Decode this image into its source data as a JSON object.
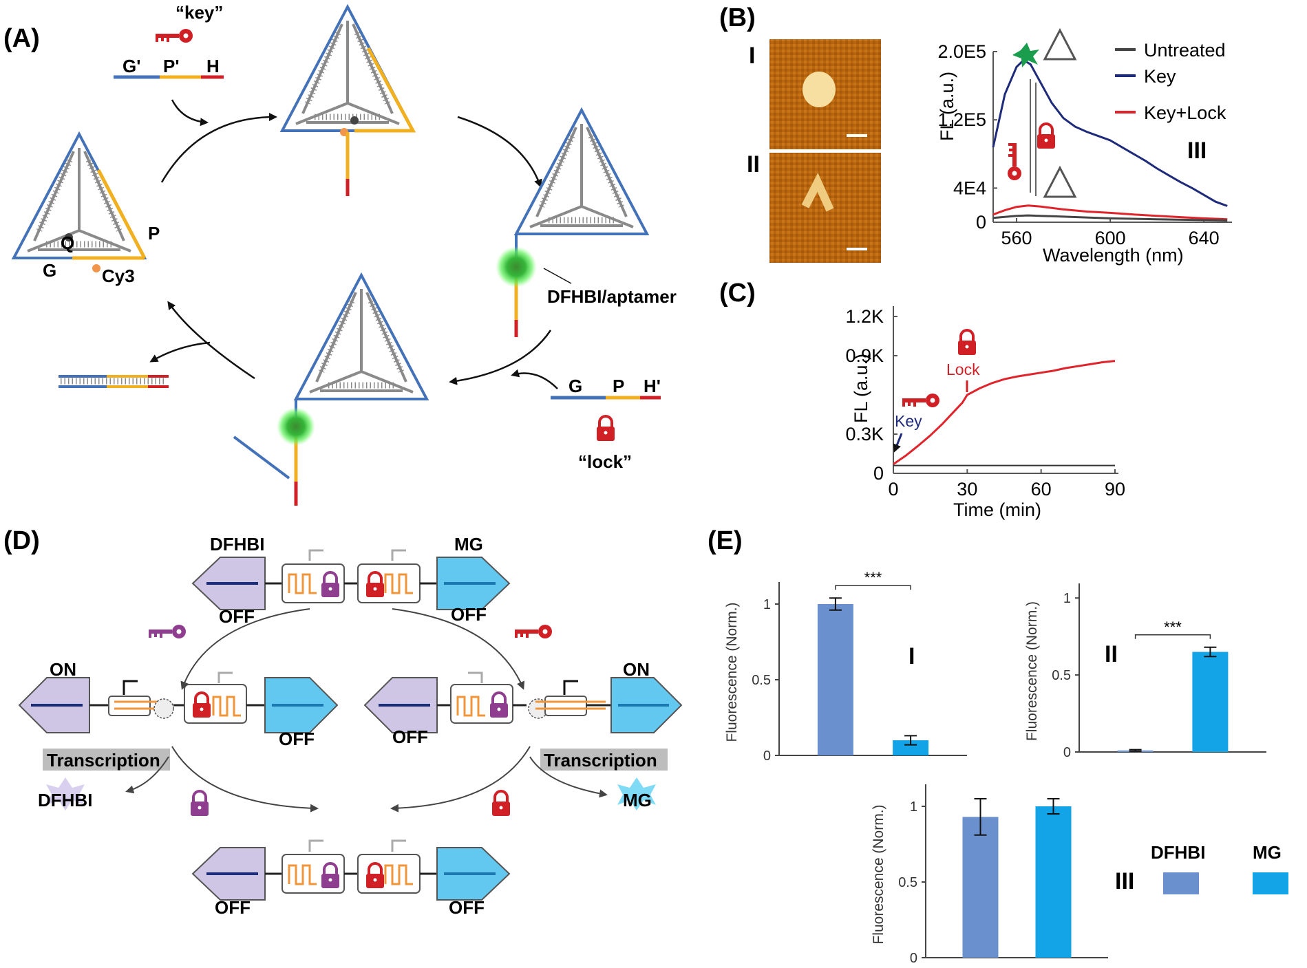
{
  "panels": {
    "A": "(A)",
    "B": "(B)",
    "C": "(C)",
    "D": "(D)",
    "E": "(E)"
  },
  "panelA": {
    "key_label": "“key”",
    "lock_label": "“lock”",
    "key_strand": {
      "g": "G'",
      "p": "P'",
      "h": "H"
    },
    "lock_strand": {
      "g": "G",
      "p": "P",
      "h": "H'"
    },
    "tri_labels": {
      "g": "G",
      "p": "P",
      "q": "Q",
      "cy3": "Cy3"
    },
    "aptamer_label": "DFHBI/aptamer",
    "colors": {
      "blue": "#4472b8",
      "yellow": "#f0b020",
      "red": "#d11f26",
      "gray": "#8a8a8a",
      "green": "#22c03a"
    }
  },
  "panelB": {
    "afm_labels": [
      "I",
      "II"
    ],
    "spectrum_label": "III",
    "ylabel": "FL (a.u.)",
    "xlabel": "Wavelength (nm)",
    "yticks": [
      "2.0E5",
      "1.2E5",
      "4E4",
      "0"
    ],
    "xticks": [
      "560",
      "600",
      "640"
    ],
    "legend": [
      "Untreated",
      "Key",
      "Key+Lock"
    ],
    "colors": {
      "untreated": "#444444",
      "key": "#1e2a7a",
      "keylock": "#e0242b"
    }
  },
  "panelC": {
    "ylabel": "FL (a.u.)",
    "xlabel": "Time (min)",
    "yticks": [
      "1.2K",
      "0.9K",
      "0.3K",
      "0"
    ],
    "xticks": [
      "0",
      "30",
      "60",
      "90"
    ],
    "key_annotation": "Key",
    "lock_annotation": "Lock"
  },
  "panelD": {
    "dfhbi": "DFHBI",
    "mg": "MG",
    "on": "ON",
    "off": "OFF",
    "transcription": "Transcription",
    "colors": {
      "lavender": "#cfc6e6",
      "cyan": "#62c8f0",
      "orange": "#f0953a",
      "purple": "#8e3d8f",
      "red": "#d11f26"
    }
  },
  "panelE": {
    "ylabel": "Fluorescence (Norm.)",
    "sig": "***",
    "legend": [
      "DFHBI",
      "MG"
    ],
    "colors": {
      "DFHBI": "#6a91cd",
      "MG": "#12a4e6"
    }
  },
  "chart_data": [
    {
      "type": "line",
      "title": "",
      "xlabel": "Wavelength (nm)",
      "ylabel": "FL (a.u.)",
      "xlim": [
        550,
        652
      ],
      "ylim": [
        0,
        200000
      ],
      "series": [
        {
          "name": "Key",
          "x": [
            550,
            555,
            560,
            563,
            566,
            570,
            575,
            580,
            585,
            590,
            595,
            600,
            605,
            610,
            615,
            620,
            625,
            630,
            635,
            640,
            645,
            650
          ],
          "y": [
            88000,
            150000,
            182000,
            190000,
            185000,
            165000,
            140000,
            122000,
            112000,
            106000,
            101000,
            96000,
            88000,
            80000,
            72000,
            63000,
            55000,
            47000,
            40000,
            32000,
            24000,
            19000
          ]
        },
        {
          "name": "Key+Lock",
          "x": [
            550,
            555,
            560,
            565,
            570,
            580,
            590,
            600,
            610,
            620,
            630,
            640,
            650
          ],
          "y": [
            9000,
            14000,
            18000,
            19500,
            18500,
            15000,
            12500,
            11000,
            9000,
            7500,
            6000,
            4500,
            3500
          ]
        },
        {
          "name": "Untreated",
          "x": [
            550,
            560,
            565,
            570,
            580,
            600,
            620,
            640,
            650
          ],
          "y": [
            5000,
            7500,
            8000,
            7500,
            6500,
            4500,
            3500,
            2500,
            2000
          ]
        }
      ]
    },
    {
      "type": "line",
      "title": "",
      "xlabel": "Time (min)",
      "ylabel": "FL (a.u.)",
      "xlim": [
        0,
        90
      ],
      "ylim": [
        0,
        1200
      ],
      "series": [
        {
          "name": "",
          "color": "red",
          "x": [
            0,
            5,
            10,
            15,
            20,
            25,
            28,
            30,
            35,
            40,
            45,
            50,
            55,
            60,
            65,
            70,
            75,
            80,
            85,
            90
          ],
          "y": [
            70,
            135,
            210,
            290,
            380,
            480,
            540,
            600,
            650,
            690,
            720,
            740,
            755,
            770,
            785,
            805,
            820,
            835,
            850,
            860
          ]
        },
        {
          "name": "",
          "color": "black",
          "x": [
            0,
            30,
            60,
            90
          ],
          "y": [
            60,
            60,
            60,
            60
          ]
        }
      ],
      "annotations": [
        {
          "text": "Key",
          "x": 0
        },
        {
          "text": "Lock",
          "x": 30
        }
      ]
    },
    {
      "type": "bar",
      "label": "I",
      "categories": [
        "DFHBI",
        "MG"
      ],
      "values": [
        1.0,
        0.1
      ],
      "errors": [
        0.04,
        0.03
      ],
      "ylabel": "Fluorescence (Norm.)",
      "ylim": [
        0,
        1.1
      ],
      "yticks": [
        "0",
        "0.5",
        "1"
      ],
      "significance": "***"
    },
    {
      "type": "bar",
      "label": "II",
      "categories": [
        "DFHBI",
        "MG"
      ],
      "values": [
        0.01,
        0.65
      ],
      "errors": [
        0.005,
        0.03
      ],
      "ylabel": "Fluorescence (Norm.)",
      "ylim": [
        0,
        1.05
      ],
      "yticks": [
        "0",
        "0.5",
        "1"
      ],
      "significance": "***"
    },
    {
      "type": "bar",
      "label": "III",
      "categories": [
        "DFHBI",
        "MG"
      ],
      "values": [
        0.93,
        1.0
      ],
      "errors": [
        0.12,
        0.05
      ],
      "ylabel": "Fluorescence (Norm.)",
      "ylim": [
        0,
        1.1
      ],
      "yticks": [
        "0",
        "0.5",
        "1"
      ]
    }
  ]
}
